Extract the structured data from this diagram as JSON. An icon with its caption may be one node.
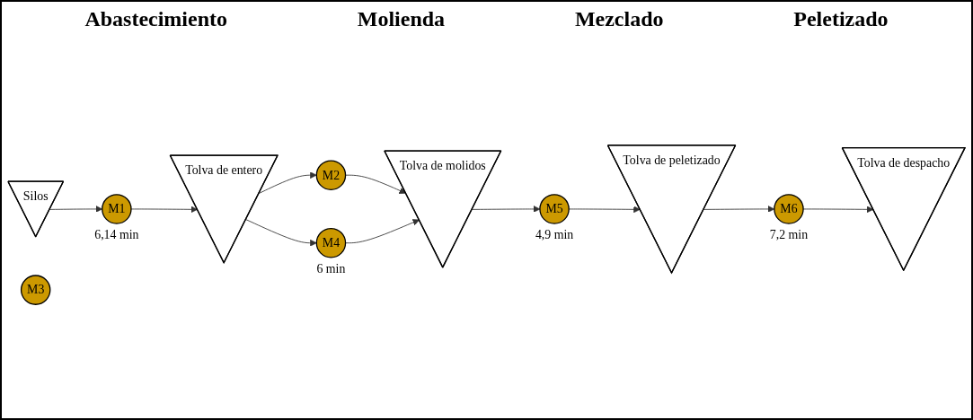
{
  "diagram": {
    "nodes": [
      {
        "text": [
          "Silos"
        ]
      },
      {
        "text": [
          "M1"
        ],
        "beside": [
          "6,14 min"
        ]
      },
      {
        "text": [
          "Tolva de entero"
        ]
      },
      {
        "text": [
          "M2"
        ]
      },
      {
        "text": [
          "M3"
        ]
      },
      {
        "text": [
          "M4"
        ],
        "beside": [
          "6 min"
        ]
      },
      {
        "text": [
          "Tolva de molidos"
        ]
      },
      {
        "text": [
          "M5"
        ],
        "beside": [
          "4,9 min"
        ]
      },
      {
        "text": [
          "Tolva de peletizado"
        ]
      },
      {
        "text": [
          "M6"
        ],
        "beside": [
          "7,2 min"
        ]
      },
      {
        "text": [
          "Tolva de despacho"
        ]
      }
    ],
    "edges": [
      {
        "from": 0,
        "to": 1,
        "arrow": "to"
      },
      {
        "from": 1,
        "to": 2,
        "arrow": "to"
      },
      {
        "from": 2,
        "to": 3,
        "arrow": "to"
      },
      {
        "from": 2,
        "to": 5,
        "arrow": "to"
      },
      {
        "from": 3,
        "to": 6,
        "arrow": "to"
      },
      {
        "from": 5,
        "to": 6,
        "arrow": "to"
      },
      {
        "from": 6,
        "to": 7,
        "arrow": "to"
      },
      {
        "from": 7,
        "to": 8,
        "arrow": "to"
      },
      {
        "from": 8,
        "to": 9,
        "arrow": "to"
      },
      {
        "from": 9,
        "to": 10,
        "arrow": "to"
      }
    ],
    "labels": [
      "Abastecimiento",
      "Molienda",
      "Mezclado",
      "Peletizado"
    ]
  }
}
